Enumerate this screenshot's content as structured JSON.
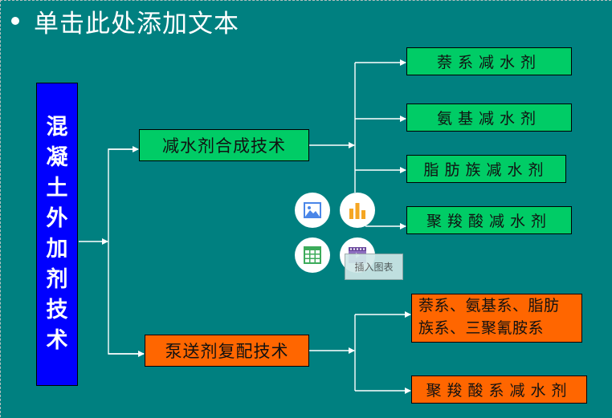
{
  "slide": {
    "title_placeholder": "单击此处添加文本"
  },
  "diagram": {
    "root": {
      "label_chars": [
        "混",
        "凝",
        "土",
        "外",
        "加",
        "剂",
        "技",
        "术"
      ],
      "label": "混凝土外加剂技术",
      "color": "#0000ff"
    },
    "branches": [
      {
        "label": "减水剂合成技术",
        "color": "#00cc66",
        "children": [
          "萘系减水剂",
          "氨基减水剂",
          "脂肪族减水剂",
          "聚羧酸减水剂"
        ]
      },
      {
        "label": "泵送剂复配技术",
        "color": "#ff6600",
        "children": [
          "萘系、氨基系、脂肪族系、三聚氰胺系",
          "聚羧酸系减水剂"
        ]
      }
    ],
    "leaf_lines": {
      "orange_leaf_1_line_1": "萘系、氨基系、脂肪",
      "orange_leaf_1_line_2": "族系、三聚氰胺系"
    }
  },
  "insert_toolbar": {
    "buttons": [
      {
        "name": "insert-picture",
        "icon": "picture-icon"
      },
      {
        "name": "insert-chart",
        "icon": "bar-chart-icon"
      },
      {
        "name": "insert-table",
        "icon": "table-icon"
      },
      {
        "name": "insert-video",
        "icon": "video-icon"
      }
    ],
    "tooltip": "插入图表"
  },
  "colors": {
    "background": "#008080",
    "connector": "#ffffff",
    "chart_icon": "#f5a623",
    "picture_icon": "#4a86e8",
    "table_icon": "#3cab5a",
    "video_icon": "#6c4a9e"
  }
}
